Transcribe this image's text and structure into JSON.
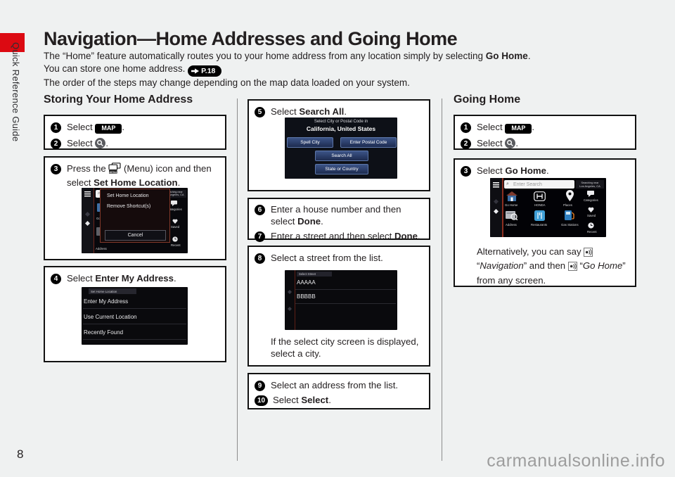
{
  "page": {
    "number": "8",
    "side_label": "Quick Reference Guide",
    "watermark": "carmanualsonline.info",
    "accent_red": "#dc0a12"
  },
  "header": {
    "title": "Navigation—Home Addresses and Going Home",
    "p1_pre": "The “Home” feature automatically routes you to your home address from any location simply by selecting ",
    "p1_bold": "Go Home",
    "p1_post": ".",
    "p2": "You can store one home address. ",
    "p2_ref": "P.18",
    "p3": "The order of the steps may change depending on the map data loaded on your system."
  },
  "storing": {
    "heading": "Storing Your Home Address",
    "s1_num": "1",
    "s1_pre": "Select ",
    "s1_key": "MAP",
    "s1_post": ".",
    "s2_num": "2",
    "s2_pre": "Select ",
    "s2_post": ".",
    "s3_num": "3",
    "s3_pre": "Press the ",
    "s3_menu": "MENU",
    "s3_mid": " (Menu) icon and then select ",
    "s3_bold": "Set Home Location",
    "s3_post": ".",
    "s4_num": "4",
    "s4_pre": "Select ",
    "s4_bold": "Enter My Address",
    "s4_post": "."
  },
  "shot_menu": {
    "search_hint": "Enter Search",
    "searching_near": "Searching near",
    "location": "Los Angeles, CA",
    "dialog_item1": "Set Home Location",
    "dialog_item2": "Remove Shortcut(s)",
    "dialog_cancel": "Cancel",
    "bg_label1": "Go Home",
    "bg_label2": "Address",
    "side1": "Categories",
    "side2": "Saved",
    "side3": "Recent"
  },
  "shot_sethome": {
    "header": "Set Home Location",
    "items": [
      "Enter My Address",
      "Use Current Location",
      "Recently Found"
    ]
  },
  "middle": {
    "s5_num": "5",
    "s5_pre": "Select ",
    "s5_bold": "Search All",
    "s5_post": ".",
    "s6_num": "6",
    "s6_pre": "Enter a house number and then select ",
    "s6_bold": "Done",
    "s6_post": ".",
    "s7_num": "7",
    "s7_pre": "Enter a street and then select ",
    "s7_bold": "Done",
    "s7_post": ".",
    "s8_num": "8",
    "s8_text": "Select a street from the list.",
    "s8_note": "If the select city screen is displayed, select a city.",
    "s9_num": "9",
    "s9_text": "Select an address from the list.",
    "s10_num": "10",
    "s10_pre": "Select ",
    "s10_bold": "Select",
    "s10_post": "."
  },
  "shot_city": {
    "title1": "Select City or Postal Code in",
    "title2": "California, United States",
    "btn1": "Spell City",
    "btn2": "Enter Postal Code",
    "btn3": "Search All",
    "btn4": "State or Country"
  },
  "shot_street": {
    "header": "Select Street",
    "items": [
      "AAAAA",
      "BBBBB"
    ]
  },
  "going": {
    "heading": "Going Home",
    "s1_num": "1",
    "s1_pre": "Select ",
    "s1_key": "MAP",
    "s1_post": ".",
    "s2_num": "2",
    "s2_pre": "Select ",
    "s2_post": ".",
    "s3_num": "3",
    "s3_pre": "Select ",
    "s3_bold": "Go Home",
    "s3_post": ".",
    "note_s1": "Alternatively, you can say ",
    "note_q1": "“",
    "note_w1": "Navigation",
    "note_q2": "” and then ",
    "note_q3": " “",
    "note_w2": "Go Home",
    "note_q4": "” from any screen."
  },
  "shot_home": {
    "search_hint": "Enter Search",
    "searching_near": "Searching near",
    "location": "Los Angeles, CA",
    "grid": [
      "Go Home",
      "HONDA",
      "Places",
      "Address",
      "Restaurants",
      "Gas Stations"
    ],
    "side": [
      "Categories",
      "Saved",
      "Recent"
    ]
  }
}
